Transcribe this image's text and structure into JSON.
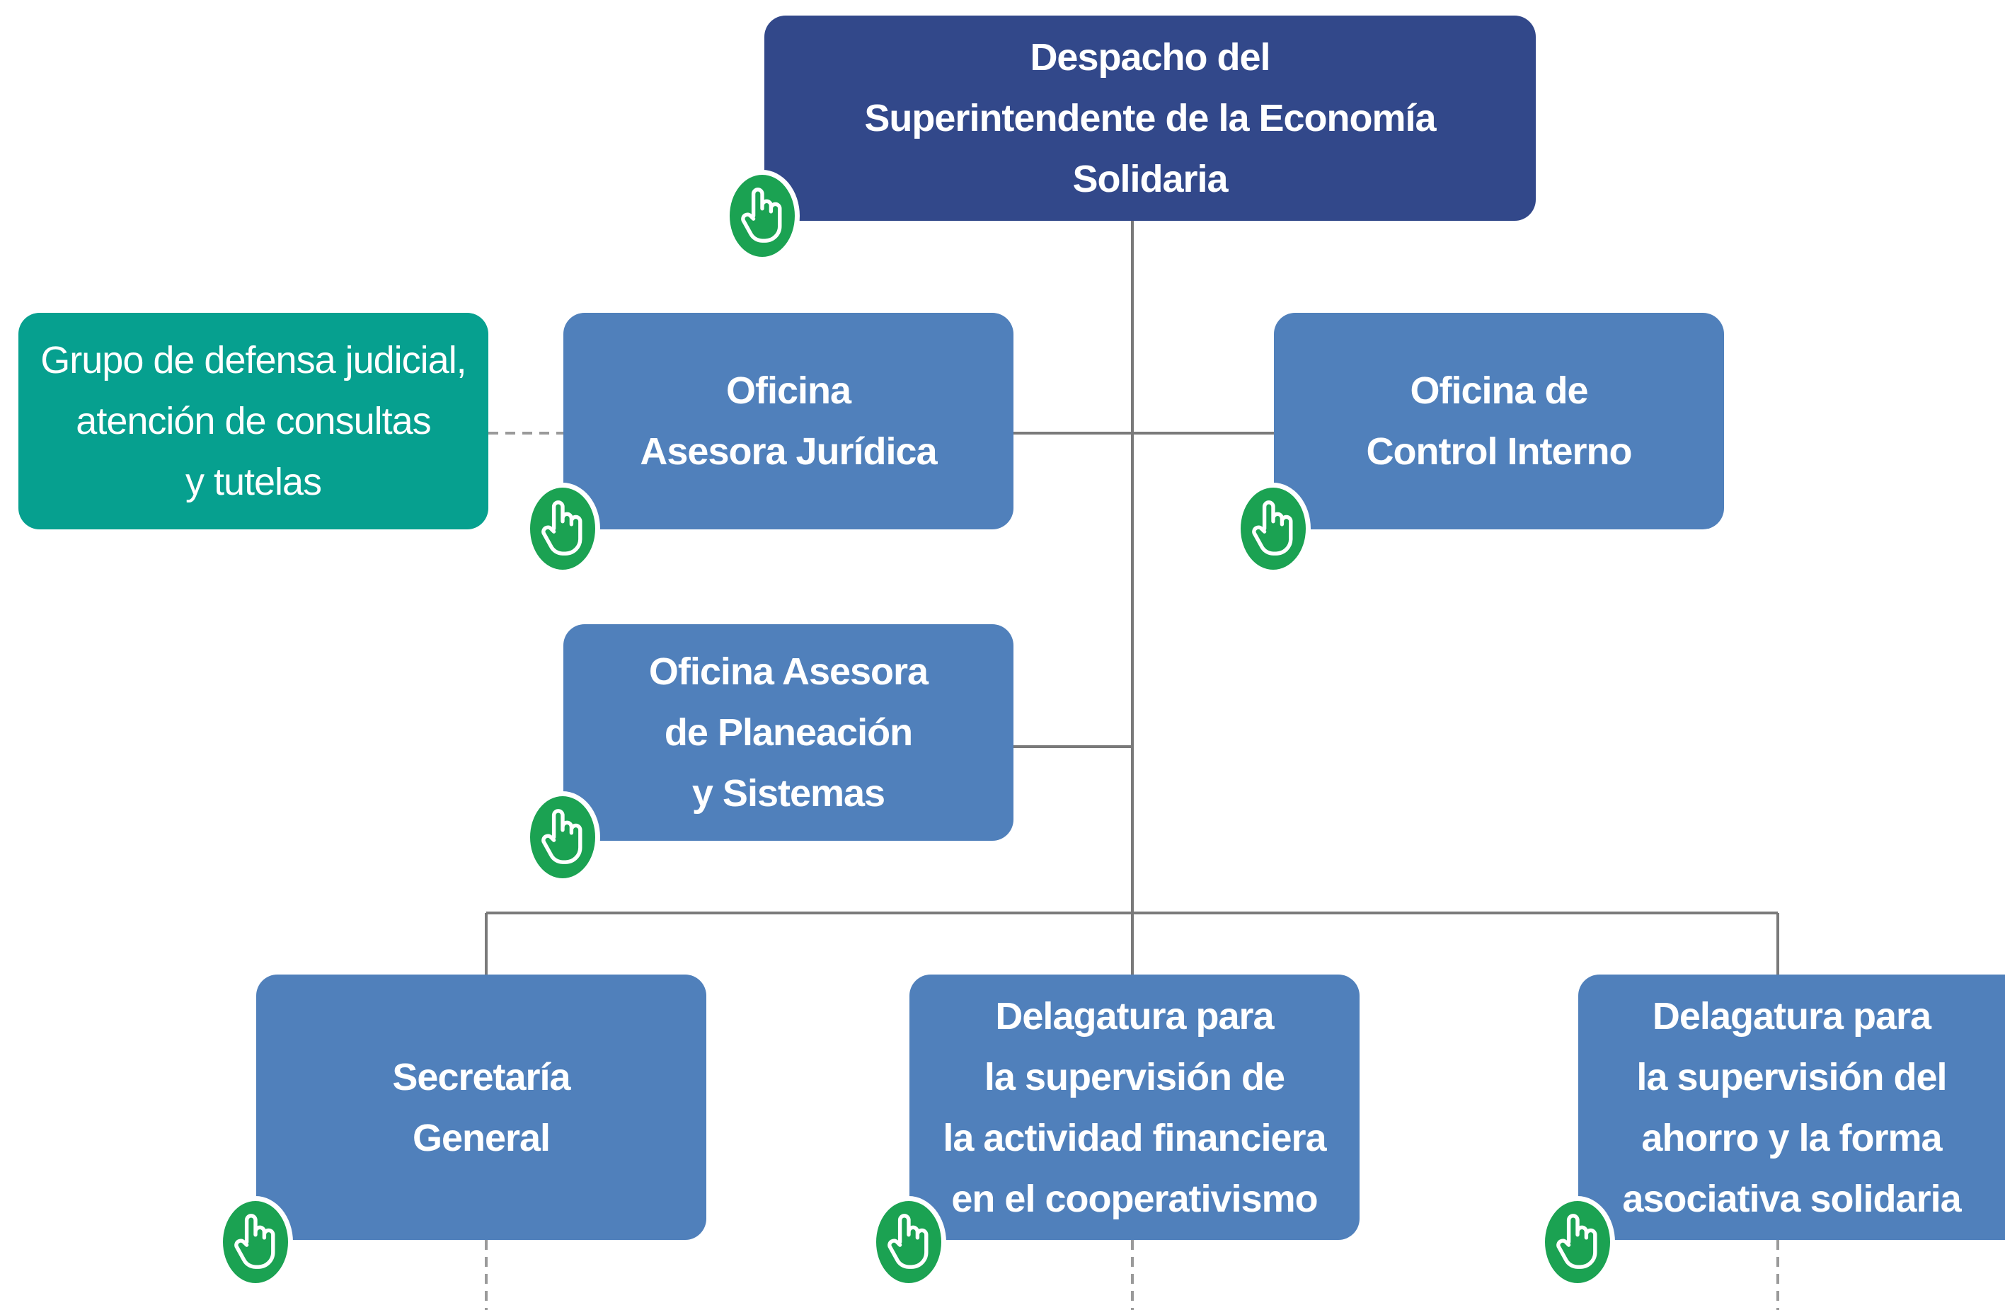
{
  "colors": {
    "top_box": "#32488a",
    "unit_box": "#5080bb",
    "group_box": "#06a08f",
    "hand_button": "#1ba252",
    "connector": "#7a7a7a"
  },
  "icon": "pointing-hand-icon",
  "nodes": {
    "despacho": "Despacho del\nSuperintendente de la Economía Solidaria",
    "juridica": "Oficina\nAsesora Jurídica",
    "control": "Oficina de\nControl Interno",
    "grupo": "Grupo de defensa judicial,\natención de consultas\ny tutelas",
    "planeacion": "Oficina Asesora\nde Planeación\ny Sistemas",
    "secretaria": "Secretaría\nGeneral",
    "financiera": "Delagatura para\nla supervisión de\nla actividad financiera\nen el cooperativismo",
    "ahorro": "Delagatura para\nla supervisión del\nahorro y la forma\nasociativa solidaria"
  }
}
